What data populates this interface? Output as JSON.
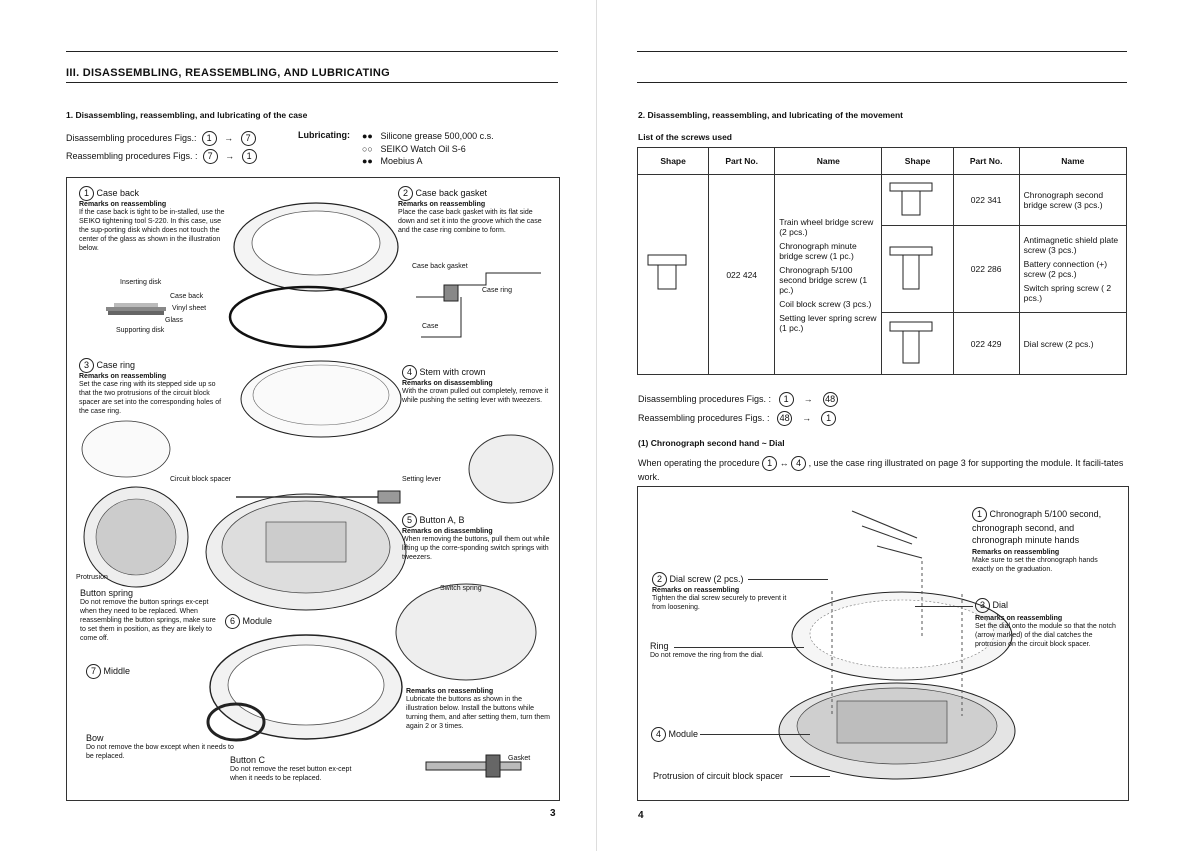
{
  "left": {
    "section_title": "III.   DISASSEMBLING, REASSEMBLING, AND LUBRICATING",
    "sub1_title": "1.   Disassembling, reassembling, and lubricating of the case",
    "dis_label": "Disassembling procedures Figs.:",
    "re_label": "Reassembling procedures Figs. :",
    "dis_from": "1",
    "dis_to": "7",
    "re_from": "7",
    "re_to": "1",
    "arrow": "→",
    "lubricating_label": "Lubricating:",
    "lub": [
      "Silicone grease 500,000 c.s.",
      "SEIKO Watch Oil S-6",
      "Moebius A"
    ],
    "parts": {
      "case_back": {
        "num": "1",
        "title": "Case back",
        "rem": "Remarks on reassembling",
        "text": "If the case back is tight to be in-stalled, use the SEIKO tightening tool S-220. In this case, use the sup-porting disk which does not touch the center of the glass as shown in the illustration below."
      },
      "gasket": {
        "num": "2",
        "title": "Case back gasket",
        "rem": "Remarks on reassembling",
        "text": "Place the case back gasket with its flat side down and set it into the groove which the case and the case ring combine to form."
      },
      "case_ring": {
        "num": "3",
        "title": "Case ring",
        "rem": "Remarks on reassembling",
        "text": "Set the case ring with its stepped side up so that the two protrusions of the circuit block spacer are set into the corresponding holes of the case ring."
      },
      "stem": {
        "num": "4",
        "title": "Stem with crown",
        "rem": "Remarks on disassembling",
        "text": "With the crown pulled out completely, remove it while pushing the setting lever with tweezers."
      },
      "button_ab": {
        "num": "5",
        "title": "Button A, B",
        "rem": "Remarks on disassembling",
        "text": "When removing the buttons, pull them out while lifting up the corre-sponding switch springs with tweezers."
      },
      "module": {
        "num": "6",
        "title": "Module"
      },
      "middle": {
        "num": "7",
        "title": "Middle"
      }
    },
    "labels": {
      "inserting_disk": "Inserting disk",
      "case_back_small": "Case back",
      "vinyl_sheet": "Vinyl sheet",
      "glass": "Glass",
      "supporting_disk": "Supporting disk",
      "case_back_gasket_small": "Case back gasket",
      "case_ring_small": "Case ring",
      "case_small": "Case",
      "circuit_block_spacer": "Circuit block spacer",
      "setting_lever": "Setting lever",
      "protrusion": "Protrusion",
      "switch_spring": "Switch spring",
      "gasket": "Gasket"
    },
    "button_spring": {
      "title": "Button spring",
      "text": "Do not remove the button springs ex-cept when they need to be replaced. When reassembling the button springs, make sure to set them in position, as they are likely to come off."
    },
    "bow": {
      "title": "Bow",
      "text": "Do not remove the bow except when it needs to be replaced."
    },
    "button_c": {
      "title": "Button C",
      "text": "Do not remove the reset button ex-cept when it needs to be replaced."
    },
    "button_rem": {
      "rem": "Remarks on reassembling",
      "text": "Lubricate the buttons as shown in the illustration below. Install the buttons while turning them, and after setting them, turn them again 2 or 3 times."
    },
    "page_num": "3"
  },
  "right": {
    "sub2_title": "2.   Disassembling, reassembling, and lubricating of the movement",
    "list_title": "List of the screws used",
    "table_headers": [
      "Shape",
      "Part No.",
      "Name",
      "Shape",
      "Part No.",
      "Name"
    ],
    "t1_part": "022 424",
    "t1_names": [
      "Train wheel bridge screw (2 pcs.)",
      "Chronograph minute bridge screw (1 pc.)",
      "Chronograph 5/100 second bridge screw (1 pc.)",
      "Coil block screw (3 pcs.)",
      "Setting lever spring screw (1 pc.)"
    ],
    "t2": [
      {
        "part": "022 341",
        "names": [
          "Chronograph second bridge screw (3 pcs.)"
        ]
      },
      {
        "part": "022 286",
        "names": [
          "Antimagnetic shield plate screw (3 pcs.)",
          "Battery connection (+) screw (2 pcs.)",
          "Switch spring screw ( 2 pcs.)"
        ]
      },
      {
        "part": "022 429",
        "names": [
          "Dial screw (2 pcs.)"
        ]
      }
    ],
    "dis_label": "Disassembling procedures Figs. :",
    "re_label": "Reassembling procedures Figs. :",
    "dis_from": "1",
    "dis_to": "48",
    "re_from": "48",
    "re_to": "1",
    "arrow": "→",
    "step1_title": "(1)  Chronograph second hand  ~  Dial",
    "step1_text_a": "When operating the procedure",
    "step1_from": "1",
    "step1_mid": "↔",
    "step1_to": "4",
    "step1_text_b": ", use the case ring illustrated on page 3 for supporting the module. It facili-tates work.",
    "hands": {
      "num": "1",
      "title": "Chronograph 5/100 second, chronograph second, and chronograph minute hands",
      "rem": "Remarks on reassembling",
      "text": "Make sure to set the chronograph hands exactly on the graduation."
    },
    "dial_screw": {
      "num": "2",
      "title": "Dial screw (2 pcs.)",
      "rem": "Remarks on reassembling",
      "text": "Tighten the dial screw securely to prevent it from loosening."
    },
    "dial": {
      "num": "3",
      "title": "Dial",
      "rem": "Remarks on reassembling",
      "text": "Set the dial onto the module so that the notch (arrow marked) of the dial catches the protrusion on the circuit block spacer."
    },
    "ring": {
      "title": "Ring",
      "text": "Do not remove the ring from the dial."
    },
    "module": {
      "num": "4",
      "title": "Module"
    },
    "protrusion": "Protrusion of circuit block spacer",
    "page_num": "4"
  }
}
